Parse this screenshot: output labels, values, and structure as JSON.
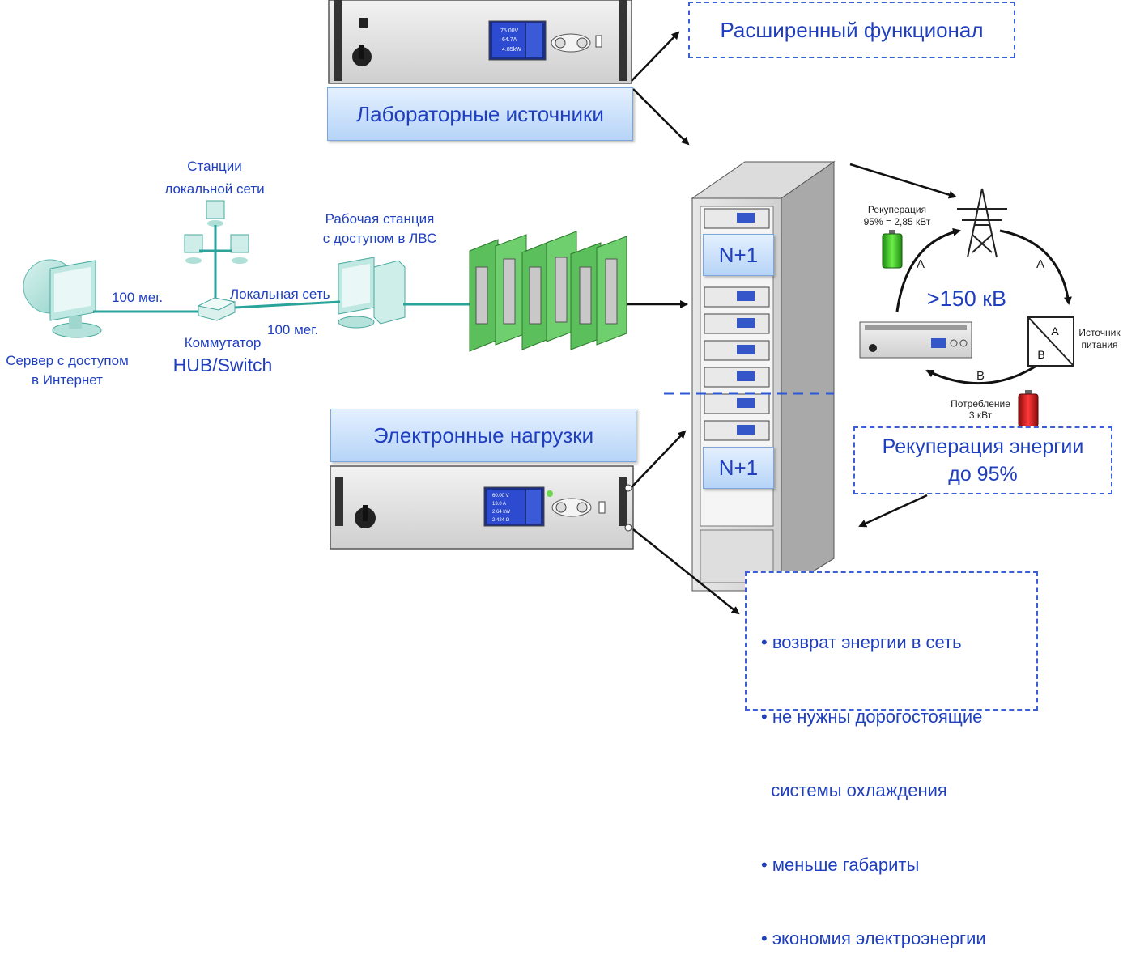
{
  "top_function_box": "Расширенный функционал",
  "lab_sources_label": "Лабораторные источники",
  "e_loads_label": "Электронные нагрузки",
  "network": {
    "stations_line1": "Станции",
    "stations_line2": "локальной сети",
    "workstation_line1": "Рабочая станция",
    "workstation_line2": "с доступом в ЛВС",
    "link_left": "100 мег.",
    "link_right": "100 мег.",
    "lan": "Локальная сеть",
    "switch_line1": "Коммутатор",
    "switch_line2": "HUB/Switch",
    "server_line1": "Сервер с доступом",
    "server_line2": "в Интернет"
  },
  "rack": {
    "n1_top": "N+1",
    "n1_bottom": "N+1"
  },
  "cycle": {
    "recup_line1": "Рекуперация",
    "recup_line2": "95% = 2,85 кВт",
    "voltage": ">150 кВ",
    "arc_left": "A",
    "arc_right": "A",
    "arc_bottom": "B",
    "box_a": "A",
    "box_b": "B",
    "source_line1": "Источник",
    "source_line2": "питания",
    "consumption_line1": "Потребление",
    "consumption_line2": "3 кВт"
  },
  "recup_box_line1": "Рекуперация энергии",
  "recup_box_line2": "до 95%",
  "benefits": [
    "• возврат энергии в сеть",
    "• не нужны дорогостоящие",
    "  системы охлаждения",
    "• меньше габариты",
    "• экономия электроэнергии"
  ],
  "device_top": {
    "reading1": "75.00V",
    "reading2": "64.7A",
    "reading3": "4.85kW"
  },
  "device_bottom": {
    "reading1": "60.00 V",
    "reading2": "13.0 A",
    "reading3": "2.64 kW",
    "reading4": "2.424 Ω"
  },
  "colors": {
    "label_blue": "#1f3fbf",
    "dash_blue": "#3b5fd4",
    "teal": "#2aa39a",
    "battery_green": "#3fcf2a",
    "battery_red": "#e02020"
  }
}
